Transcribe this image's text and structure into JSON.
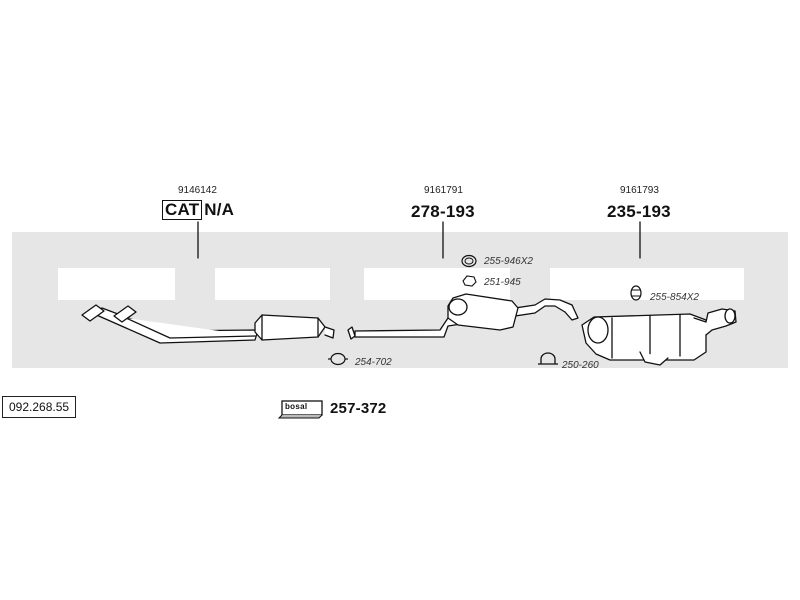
{
  "brand_watermark": "bosal",
  "reference": "092.268.55",
  "sections": [
    {
      "oe_number": "9146142",
      "cat_label": "CAT",
      "cat_value": "N/A"
    },
    {
      "oe_number": "9161791",
      "part_number": "278-193"
    },
    {
      "oe_number": "9161793",
      "part_number": "235-193"
    }
  ],
  "accessories": [
    {
      "number": "255-946X2",
      "icon": "clamp-icon"
    },
    {
      "number": "251-945",
      "icon": "gasket-icon"
    },
    {
      "number": "255-854X2",
      "icon": "rubber-mount-icon"
    },
    {
      "number": "254-702",
      "icon": "clamp-icon"
    },
    {
      "number": "250-260",
      "icon": "u-bolt-clamp-icon"
    }
  ],
  "mounting_kit": {
    "number": "257-372",
    "badge": "bosal",
    "icon": "mounting-kit-box-icon"
  }
}
